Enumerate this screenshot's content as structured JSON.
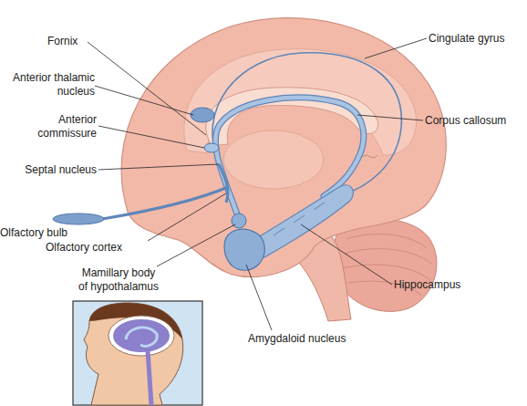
{
  "diagram": {
    "labels": [
      "Fornix",
      "Anterior thalamic nucleus",
      "Anterior commissure",
      "Septal nucleus",
      "Olfactory bulb",
      "Olfactory cortex",
      "Mamillary body of hypothalamus",
      "Amygdaloid nucleus",
      "Hippocampus",
      "Corpus callosum",
      "Cingulate gyrus"
    ]
  }
}
